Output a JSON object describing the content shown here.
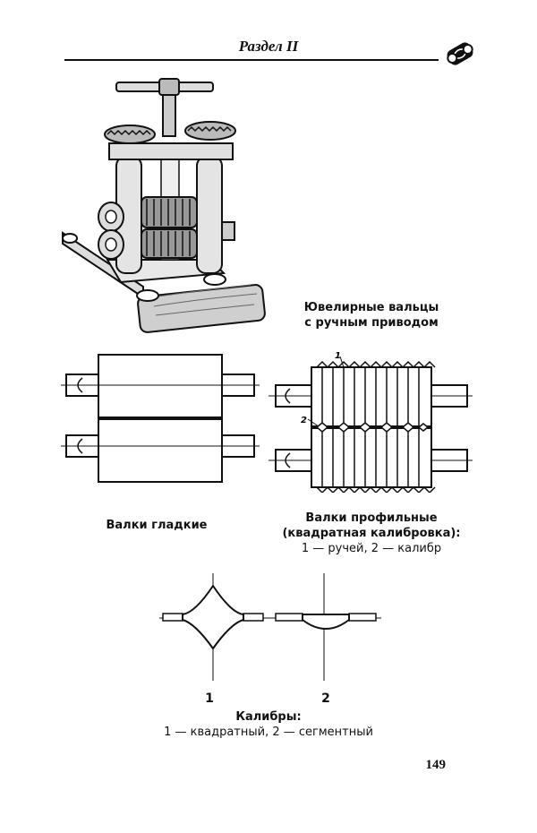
{
  "header": {
    "section_title": "Раздел II",
    "badge_icon": "scroll-emblem-icon"
  },
  "figures": {
    "rolling_mill": {
      "caption_line1": "Ювелирные вальцы",
      "caption_line2": "с ручным приводом"
    },
    "smooth_rolls": {
      "caption": "Валки гладкие"
    },
    "profile_rolls": {
      "caption_line1": "Валки профильные",
      "caption_line2": "(квадратная калибровка):",
      "caption_line3": "1 — ручей, 2 — калибр",
      "marker_1": "1",
      "marker_2": "2"
    },
    "calibers": {
      "label_1": "1",
      "label_2": "2",
      "caption_line1": "Калибры:",
      "caption_line2": "1 — квадратный, 2 — сегментный"
    }
  },
  "footer": {
    "page_number": "149"
  }
}
